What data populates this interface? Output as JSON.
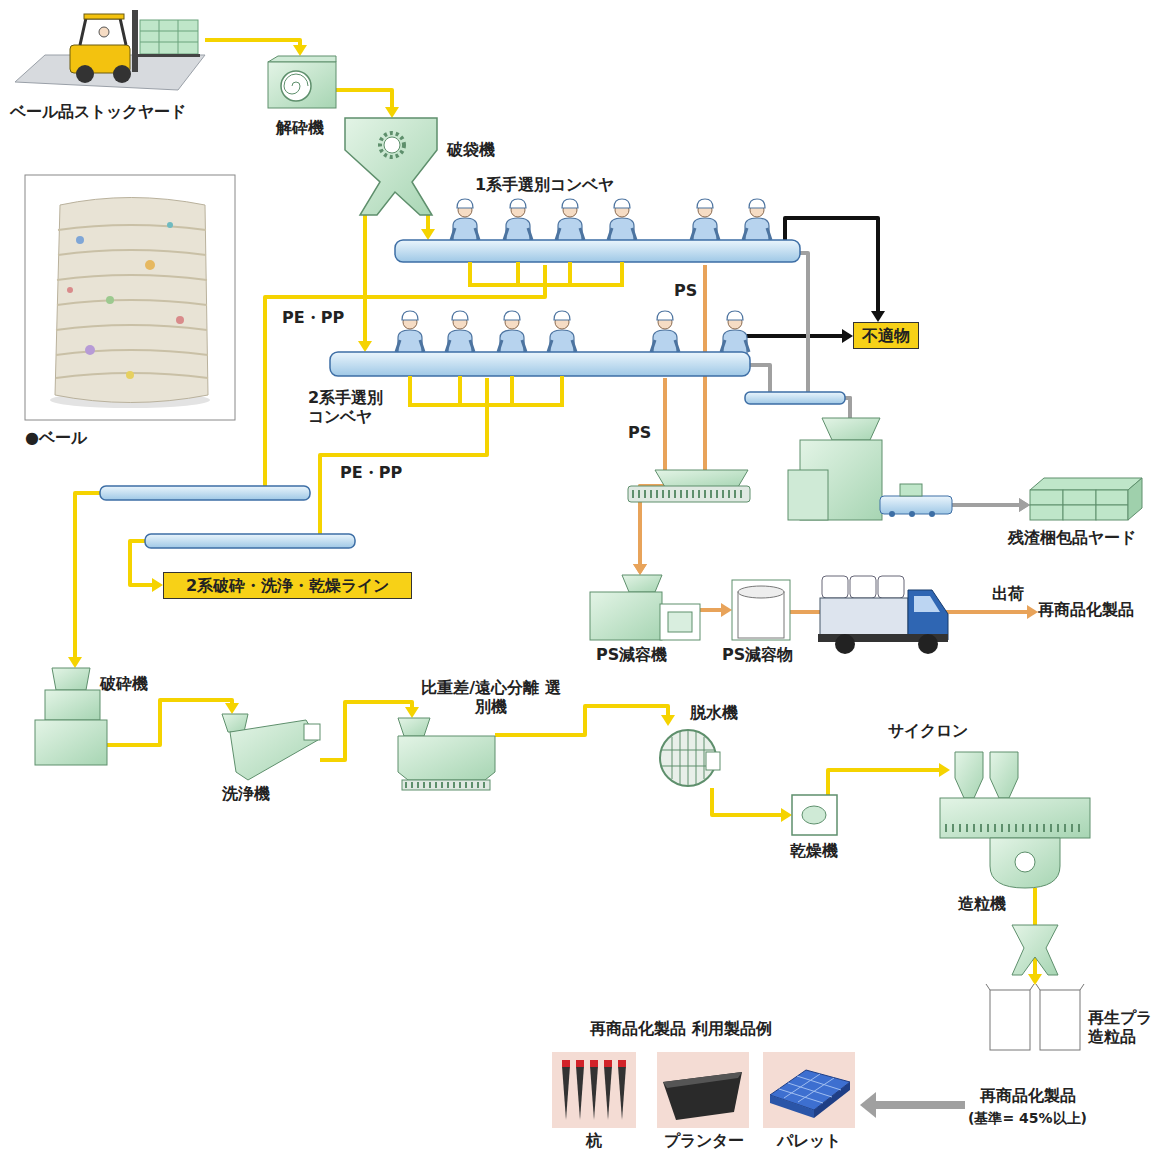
{
  "diagram": {
    "nodes": [
      {
        "text": [
          "ベール品ストックヤード"
        ]
      },
      {
        "text": [
          "解砕機"
        ]
      },
      {
        "text": [
          "破袋機"
        ]
      },
      {
        "text": [
          "●ベール"
        ]
      },
      {
        "text": [
          "1系手選別コンベヤ"
        ]
      },
      {
        "text": [
          "不適物"
        ]
      },
      {
        "text": [
          "2系手選別 コンベヤ"
        ]
      },
      {
        "text": [
          "残渣梱包品ヤード"
        ]
      },
      {
        "text": [
          "2系破砕・洗浄・乾燥ライン"
        ]
      },
      {
        "text": [
          "PS減容機"
        ]
      },
      {
        "text": [
          "PS減容物"
        ]
      },
      {
        "text": [
          "再商品化製品"
        ]
      },
      {
        "text": [
          "破砕機"
        ]
      },
      {
        "text": [
          "洗浄機"
        ]
      },
      {
        "text": [
          "比重差/遠心分離 選別機"
        ]
      },
      {
        "text": [
          "脱水機"
        ]
      },
      {
        "text": [
          "乾燥機"
        ]
      },
      {
        "text": [
          "サイクロン"
        ]
      },
      {
        "text": [
          "造粒機"
        ]
      },
      {
        "text": [
          "再生プラ 造粒品",
          "再商品化製品",
          "(基準= 45%以上)"
        ]
      },
      {
        "text": [
          "再商品化製品 利用製品例"
        ]
      },
      {
        "text": [
          "杭"
        ],
        "in": 20
      },
      {
        "text": [
          "プランター"
        ],
        "in": 20
      },
      {
        "text": [
          "パレット"
        ],
        "in": 20
      }
    ],
    "edges": [
      {
        "from": 0,
        "to": 1,
        "arrow": "to"
      },
      {
        "from": 1,
        "to": 2,
        "arrow": "to"
      },
      {
        "from": 2,
        "to": 4,
        "arrow": "to"
      },
      {
        "from": 2,
        "to": 6,
        "arrow": "to"
      },
      {
        "from": 4,
        "to": 5,
        "arrow": "to"
      },
      {
        "from": 6,
        "to": 5,
        "arrow": "to"
      },
      {
        "from": 4,
        "to": 9,
        "label": "PS",
        "arrow": "to"
      },
      {
        "from": 6,
        "to": 9,
        "label": "PS",
        "arrow": "to"
      },
      {
        "from": 4,
        "to": 7,
        "arrow": "to"
      },
      {
        "from": 6,
        "to": 7,
        "arrow": "to"
      },
      {
        "from": 4,
        "to": 12,
        "label": "PE・PP",
        "arrow": "to"
      },
      {
        "from": 6,
        "to": 8,
        "label": "PE・PP",
        "arrow": "to"
      },
      {
        "from": 9,
        "to": 10,
        "arrow": "to"
      },
      {
        "from": 10,
        "to": 11,
        "label": "出荷",
        "arrow": "to"
      },
      {
        "from": 12,
        "to": 13,
        "arrow": "to"
      },
      {
        "from": 13,
        "to": 14,
        "arrow": "to"
      },
      {
        "from": 14,
        "to": 15,
        "arrow": "to"
      },
      {
        "from": 15,
        "to": 16,
        "arrow": "to"
      },
      {
        "from": 16,
        "to": 17,
        "arrow": "to"
      },
      {
        "from": 17,
        "to": 18,
        "arrow": "to"
      },
      {
        "from": 18,
        "to": 19,
        "arrow": "to"
      },
      {
        "from": 19,
        "to": 20,
        "arrow": "to"
      }
    ]
  }
}
